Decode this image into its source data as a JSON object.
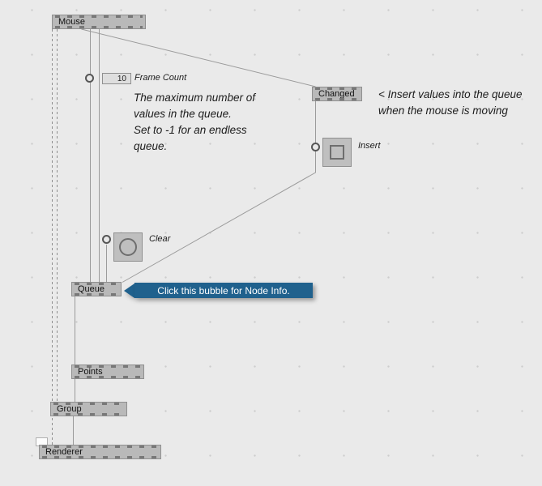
{
  "nodes": {
    "mouse": {
      "label": "Mouse"
    },
    "changed": {
      "label": "Changed"
    },
    "queue": {
      "label": "Queue"
    },
    "points": {
      "label": "Points"
    },
    "group": {
      "label": "Group"
    },
    "renderer": {
      "label": "Renderer"
    }
  },
  "ioboxes": {
    "frame_count": {
      "value": "10",
      "label": "Frame Count"
    }
  },
  "toggles": {
    "insert": {
      "label": "Insert"
    },
    "clear": {
      "label": "Clear"
    }
  },
  "comments": {
    "queue_note": [
      "The maximum number of",
      "values in the queue.",
      "Set to -1 for an endless",
      "queue."
    ],
    "insert_note": [
      "< Insert values into the queue",
      "when the mouse is moving"
    ]
  },
  "bubble": {
    "text": "Click this bubble for Node Info."
  },
  "colors": {
    "background": "#eaeaea",
    "node_fill": "#b9b9b9",
    "node_border": "#8f8f8f",
    "wire": "#9b9b9b",
    "bubble_bg": "#20618d"
  }
}
